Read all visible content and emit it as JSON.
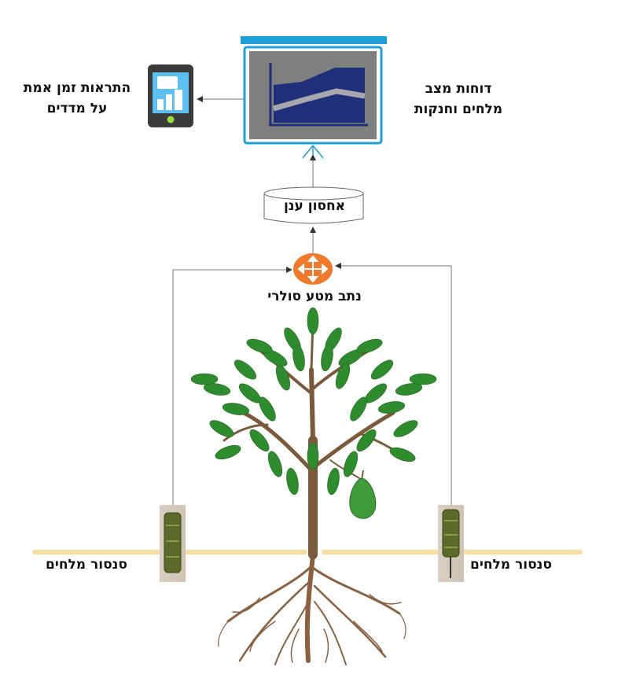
{
  "labels": {
    "reports_line1": "דוחות מצב",
    "reports_line2": "מלחים וחנקות",
    "alerts_line1": "התראות זמן אמת",
    "alerts_line2": "על מדדים",
    "cloud_storage": "אחסון ענן",
    "solar_router": "נתב מטע סולרי",
    "sensor_left": "סנסור מלחים",
    "sensor_right": "סנסור מלחים"
  },
  "colors": {
    "screen_frame": "#1e9fd8",
    "screen_bg": "#7f7f80",
    "chart_dark": "#1f2f7a",
    "chart_light": "#a7a7ad",
    "router": "#f07a2b",
    "soil_line": "#f8dd9f",
    "leaf": "#2e8b2e",
    "trunk": "#7a5a3a",
    "avocado": "#3f9a3a",
    "sensor": "#5b6a2a"
  },
  "icons": {
    "phone": "smartphone-icon",
    "router": "router-icon",
    "cloud": "database-icon",
    "screen": "projector-screen-icon"
  }
}
